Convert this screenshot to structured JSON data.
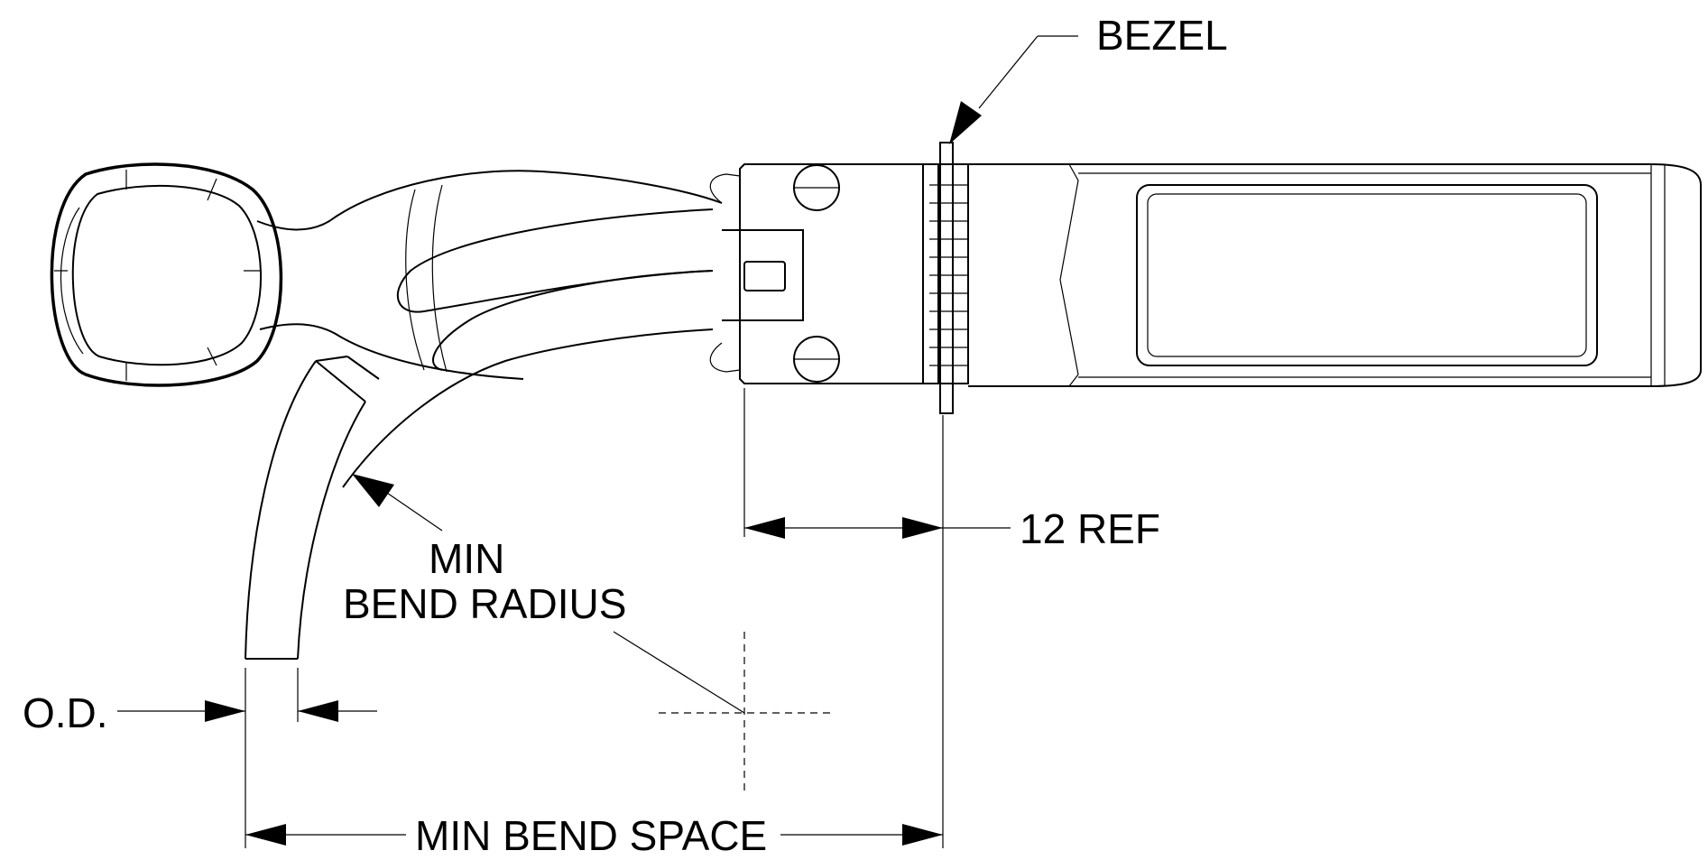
{
  "labels": {
    "bezel": "BEZEL",
    "ref_dimension": "12 REF",
    "min_bend_radius_line1": "MIN",
    "min_bend_radius_line2": "BEND RADIUS",
    "outer_diameter": "O.D.",
    "min_bend_space": "MIN BEND SPACE"
  }
}
